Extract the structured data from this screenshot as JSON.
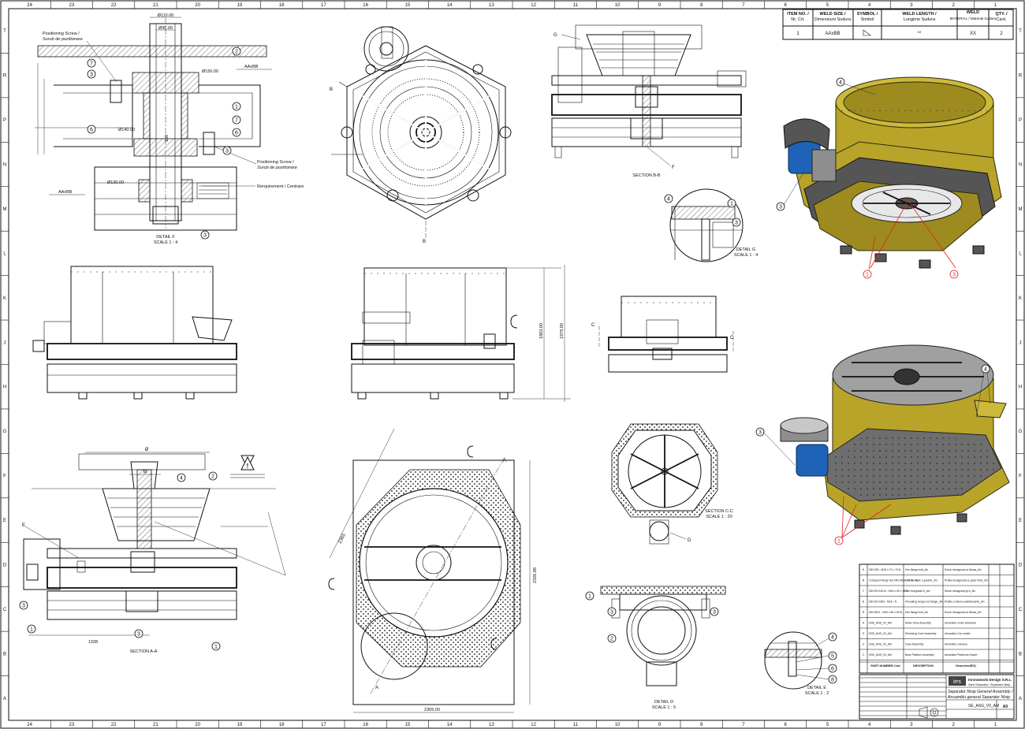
{
  "border": {
    "columns": [
      "24",
      "23",
      "22",
      "21",
      "20",
      "19",
      "18",
      "17",
      "16",
      "15",
      "14",
      "13",
      "12",
      "11",
      "10",
      "9",
      "8",
      "7",
      "6",
      "5",
      "4",
      "3",
      "2",
      "1"
    ],
    "rows": [
      "T",
      "R",
      "P",
      "N",
      "M",
      "L",
      "K",
      "J",
      "H",
      "G",
      "F",
      "E",
      "D",
      "C",
      "B",
      "A"
    ]
  },
  "weld_table": {
    "headers": [
      {
        "l1": "ITEM NO. /",
        "l2": "Nr. Crt."
      },
      {
        "l1": "WELD SIZE /",
        "l2": "Dimensiuni Sudura"
      },
      {
        "l1": "SYMBOL /",
        "l2": "Simbol"
      },
      {
        "l1": "WELD LENGTH /",
        "l2": "Lungime Sudura"
      },
      {
        "l1": "WELD",
        "l2": "MATERIAL / Material Sudura"
      },
      {
        "l1": "QTY. /",
        "l2": "Cant."
      }
    ],
    "row": [
      "1",
      "AAxBB",
      "",
      "**",
      "XX",
      "2"
    ]
  },
  "detail_f": {
    "label_top_1": "Positioning Screw /",
    "label_top_2": "Surub de pozitionare",
    "label_bot_1": "Positioning Screw /",
    "label_bot_2": "Surub de pozitionare",
    "dim_110": "Ø110.00",
    "dim_90": "Ø90.00",
    "dim_150": "Ø150.00",
    "dim_140": "Ø140.00",
    "dim_130": "Ø130.00",
    "dim_100": "100",
    "weld_1": "AAxBB",
    "weld_2": "AAxBB",
    "centering": "Rerquirement / Centrare",
    "title": "DETAIL F",
    "scale": "SCALE 1 : 4"
  },
  "views": {
    "section_bb": "SECTION B-B",
    "detail_g_title": "DETAIL G",
    "detail_g_scale": "SCALE 1 : 4",
    "section_aa": "SECTION A-A",
    "section_cc_title": "SECTION C-C",
    "section_cc_scale": "SCALE 1 : 20",
    "detail_d_title": "DETAIL D",
    "detail_d_scale": "SCALE 1 : 5",
    "detail_e_title": "DETAIL E",
    "detail_e_scale": "SCALE 1 : 2",
    "dim_1863": "1863.00",
    "dim_1979": "1979.00",
    "dim_1328": "1328",
    "dim_2326": "2326.88",
    "dim_2365": "2365.00",
    "dim_diag": "2365",
    "cut_b": "B",
    "cut_a": "A",
    "cut_c": "C",
    "cut_d": "D",
    "cut_e": "E",
    "cut_f": "F",
    "cut_g": "G",
    "phi": "Ø"
  },
  "bom": {
    "rows": [
      {
        "code": "DIN 933 - M16 x 70 x 70-N",
        "desc": "Hex flange bolt_din",
        "ro": "Surub hexagonal cu flansa_din"
      },
      {
        "code": "Compact Flange Nut DIN 6923 - M16 - N",
        "desc": "Hex nut style 1 gradeA_din",
        "ro": "Piulita hexagonala cu guler M16_din"
      },
      {
        "code": "DIN EN 24014 - M16 x 50 x 38-N",
        "desc": "Hex bolt grade A_din",
        "ro": "Surub hexagonal gr.A_din"
      },
      {
        "code": "DIN EN 1663 - M16 - N",
        "desc": "Prevailing torque nut flange_din",
        "ro": "Piulita cu flansa autoblocanta_din"
      },
      {
        "code": "DIN 6921 - M16 x 60 x 60-N",
        "desc": "Hex flange bolt_din",
        "ro": "Surub hexagonal cu flansa_din"
      },
      {
        "code": "DSE_ANS_V0_AM",
        "desc": "Motor Drive Assembly",
        "ro": "Ansamblu motor antrenare"
      },
      {
        "code": "DSE_ANS_V0_AM",
        "desc": "Revolving Cone Assembly",
        "ro": "Ansamblu Con rotativ"
      },
      {
        "code": "DSE_ANS_V0_AM",
        "desc": "Case Assembly",
        "ro": "Ansamblu Carcasa"
      },
      {
        "code": "DSE_ANS_V0_AM",
        "desc": "Base Platform Assembly",
        "ro": "Ansamblu Platforma Suport"
      }
    ],
    "h_code": "PART NUMBER/ Cod",
    "h_desc": "DESCRIPTION",
    "h_ro": "Descriere(RO)"
  },
  "title_block": {
    "company": "Innovatools Design S.R.L.",
    "title_1": "Separator Nisip General Assembly /",
    "title_2": "Ansamblu general Separator Nisip",
    "sub": "Sand Separator / Separator Nisip",
    "dwg_no": "SE_ASG_V0_AM",
    "size": "A0",
    "logo": "irrs"
  }
}
